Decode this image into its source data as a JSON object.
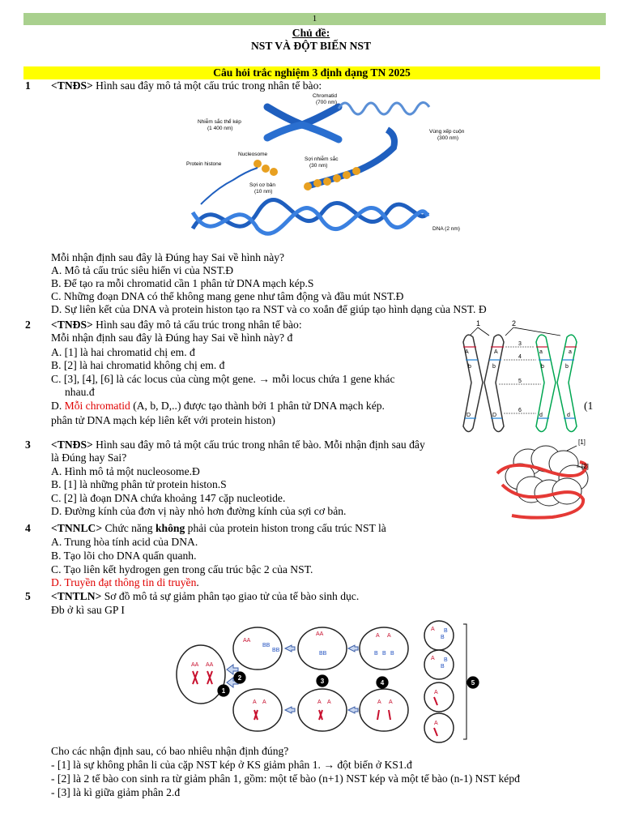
{
  "header": {
    "page_number": "1",
    "topic_label": "Chủ đề:",
    "topic_title": "NST VÀ ĐỘT BIẾN NST"
  },
  "section": {
    "heading": "Câu hỏi trắc nghiệm 3 định dạng TN 2025"
  },
  "q1": {
    "num": "1",
    "tag": "<TNĐS>",
    "stem": " Hình sau đây mô tả một cấu trúc trong nhân tế bào:",
    "prompt": "Mỗi nhận định sau đây là Đúng hay Sai về hình này?",
    "a": "A. Mô tả cấu trúc siêu hiển vi của NST.Đ",
    "b": "B. Để tạo ra mỗi chromatid cần 1 phân tử DNA mạch kép.S",
    "c": "C. Những đoạn DNA có thể không mang gene như tâm động và đầu mút NST.Đ",
    "d": "D. Sự liên kết của DNA và protein histon tạo ra NST và co xoắn để giúp tạo hình dạng của NST. Đ",
    "fig": {
      "chromatid": "Chromatid",
      "chromatid_size": "(700 nm)",
      "nst_kep": "Nhiễm sắc thể kép",
      "nst_kep_size": "(1 400 nm)",
      "vung_xep": "Vùng xếp cuộn",
      "vung_xep_size": "(300 nm)",
      "nucleosome": "Nucleosome",
      "histone": "Protein histone",
      "soi_nst": "Sợi nhiễm sắc",
      "soi_nst_size": "(30 nm)",
      "soi_co_ban": "Sợi cơ bản",
      "soi_co_ban_size": "(10 nm)",
      "dna": "DNA (2 nm)"
    }
  },
  "q2": {
    "num": "2",
    "tag": "<TNĐS>",
    "stem": " Hình sau đây mô tả cấu trúc trong nhân tế bào:",
    "prompt": "Mỗi nhận định sau đây là Đúng hay Sai về hình này? đ",
    "a": "A. [1] là hai chromatid chị em. đ",
    "b": "B. [2] là hai chromatid không chị em. đ",
    "c": "C. [3], [4], [6] là các locus của cùng một gene. → mỗi locus chứa 1 gene khác",
    "c2": "nhau.đ",
    "d_label": "D. ",
    "d_red": "Mỗi chromatid",
    "d_rest": " (A, b, D,..) được tạo thành bởi 1 phân tử DNA mạch kép.",
    "d_end": "(1",
    "d2": "phân tử DNA mạch kép liên kết với protein histon)",
    "fig": {
      "l1": "1",
      "l2": "2",
      "l3": "3",
      "l4": "4",
      "l5": "5",
      "l6": "6",
      "A": "A",
      "a": "a",
      "b": "b",
      "D": "D",
      "d": "d"
    }
  },
  "q3": {
    "num": "3",
    "tag": "<TNĐS>",
    "stem": " Hình sau đây mô tả một cấu trúc trong nhân tế bào. Mỗi nhận định sau đây",
    "stem2": "là Đúng hay Sai?",
    "a": "A. Hình mô tả một nucleosome.Đ",
    "b": "B. [1] là những phân tử protein histon.S",
    "c": "C. [2] là đoạn DNA chứa khoảng 147 cặp nucleotide.",
    "d": "D. Đường kính của đơn vị này nhỏ hơn đường kính của sợi cơ bản.",
    "fig": {
      "l1": "[1]",
      "l2": "[2]"
    }
  },
  "q4": {
    "num": "4",
    "tag": "<TNNLC>",
    "stem_pre": " Chức năng ",
    "stem_bold": "không",
    "stem_post": " phải của protein histon trong cấu trúc NST là",
    "a": "A. Trung hòa tính acid của DNA.",
    "b": "B. Tạo lõi cho DNA quấn quanh.",
    "c": "C. Tạo liên kết hydrogen gen trong cấu trúc bậc 2 của NST.",
    "d": "D. Truyền đạt thông tin di truyền",
    "d_end": "."
  },
  "q5": {
    "num": "5",
    "tag": "<TNTLN>",
    "stem": " Sơ đồ mô tả sự giảm phân tạo giao tử của tế bào sinh dục.",
    "note": "Đb ở kì sau GP I",
    "prompt": "Cho các nhận định sau, có bao nhiêu nhận định đúng?",
    "s1": "- [1] là sự không phân li của cặp NST kép ở KS giảm phân 1. → đột biến ở KS1.đ",
    "s2": "- [2] là 2 tế bào con sinh ra từ giảm phân 1, gồm: một tế bào (n+1) NST kép và một tế bào (n-1) NST képđ",
    "s3": "- [3] là kì giữa giảm phân 2.đ",
    "fig": {
      "n1": "1",
      "n2": "2",
      "n3": "3",
      "n4": "4",
      "n5": "5",
      "AA": "AA",
      "BB": "BB",
      "A": "A",
      "B": "B"
    }
  },
  "colors": {
    "page_bar": "#a9d08e",
    "highlight": "#ffff00",
    "red": "#e00000",
    "dna_blue": "#1f5fbf",
    "chrom_red": "#c8102e",
    "chrom_green": "#00a651"
  }
}
